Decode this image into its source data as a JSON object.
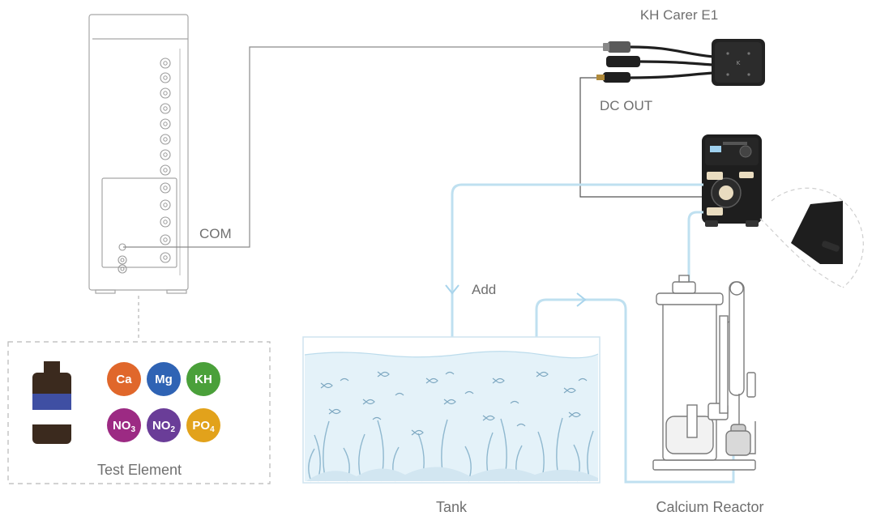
{
  "labels": {
    "controller": "KH Carer E1",
    "dc_out": "DC OUT",
    "com": "COM",
    "add": "Add",
    "tank": "Tank",
    "reactor": "Calcium Reactor",
    "test_element": "Test Element"
  },
  "elements": [
    {
      "id": "ca",
      "label": "Ca",
      "color": "#e0672b"
    },
    {
      "id": "mg",
      "label": "Mg",
      "color": "#2f63b4"
    },
    {
      "id": "kh",
      "label": "KH",
      "color": "#4aa03a"
    },
    {
      "id": "no3",
      "label": "NO",
      "sub": "3",
      "color": "#9c2a83"
    },
    {
      "id": "no2",
      "label": "NO",
      "sub": "2",
      "color": "#6a3d98"
    },
    {
      "id": "po4",
      "label": "PO",
      "sub": "4",
      "color": "#e2a21b"
    }
  ],
  "colors": {
    "water_line": "#bfe0f0",
    "water_fill": "#e6f3fa",
    "wire": "#8a8a8a",
    "outline": "#9a9a9a",
    "device": "#1f1f1f"
  }
}
